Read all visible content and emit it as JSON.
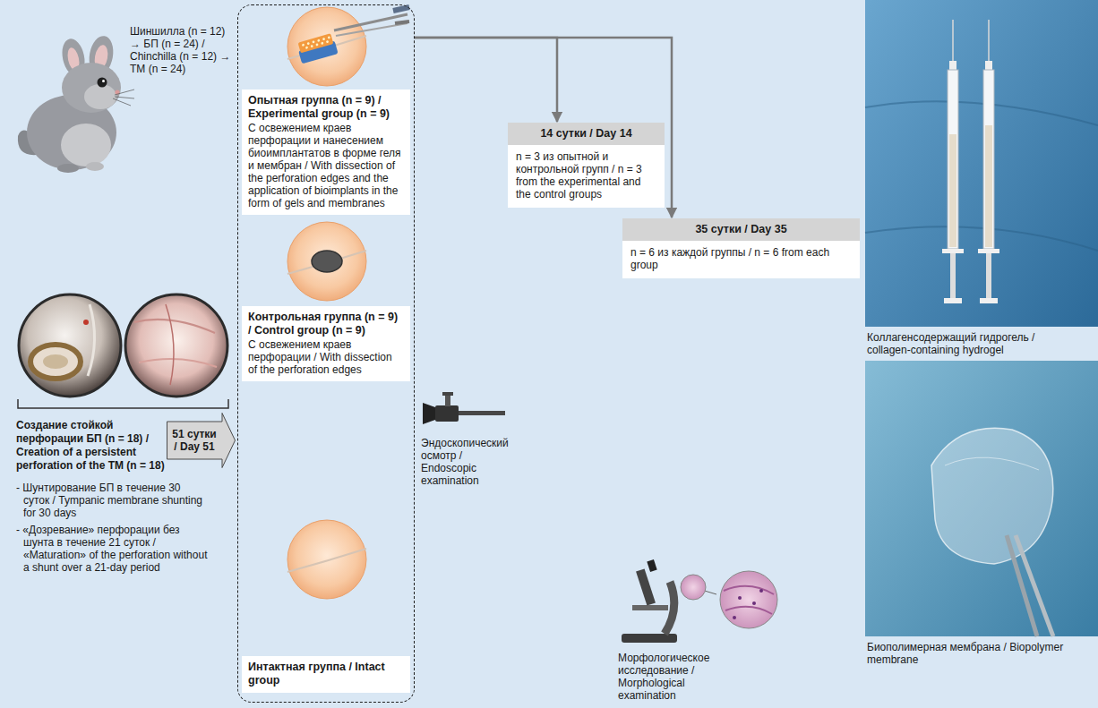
{
  "diagram": {
    "nodes": [
      {
        "text": [
          "51 сутки / Day 51"
        ]
      },
      {
        "text": []
      },
      {
        "text": [
          "Опытная группа (n = 9) / Experimental group (n = 9)",
          "С освежением краев перфорации и нанесением биоимплантатов в форме геля и мембран / With dissection of the perforation edges and the application of bioimplants in the form of gels and membranes"
        ],
        "in": 1
      },
      {
        "text": [
          "Контрольная группа (n = 9) / Control group (n = 9)",
          "С освежением краев перфорации / With dissection of the perforation edges"
        ],
        "in": 1
      },
      {
        "text": [
          "Интактная группа / Intact group"
        ],
        "in": 1
      },
      {
        "text": [
          "14 сутки / Day 14",
          "n = 3 из опытной и контрольной групп / n = 3 from the experimental and the control groups"
        ]
      },
      {
        "text": [
          "35 сутки / Day 35",
          "n = 6 из каждой группы / n = 6 from each group"
        ]
      }
    ],
    "edges": [
      {
        "from": 1,
        "to": 5,
        "arrow": "to"
      },
      {
        "from": 1,
        "to": 6,
        "arrow": "to"
      }
    ],
    "labels": [
      "Шиншилла (n = 12) → БП (n = 24) / Chinchilla (n = 12) → TM (n = 24)",
      "Создание стойкой перфорации БП (n = 18) / Creation of a persistent perforation of the TM (n = 18)",
      "- Шунтирование БП в течение 30 суток / Tympanic membrane shunting for 30 days",
      "- «Дозревание» перфорации без шунта в течение 21 суток / «Maturation» of the perforation without a shunt over a 21-day period",
      "Эндоскопический осмотр / Endoscopic examination",
      "Морфологическое исследование / Morphological examination",
      "Коллагенсодержащий гидрогель / collagen-containing hydrogel",
      "Биополимерная мембрана / Biopolymer membrane"
    ]
  }
}
